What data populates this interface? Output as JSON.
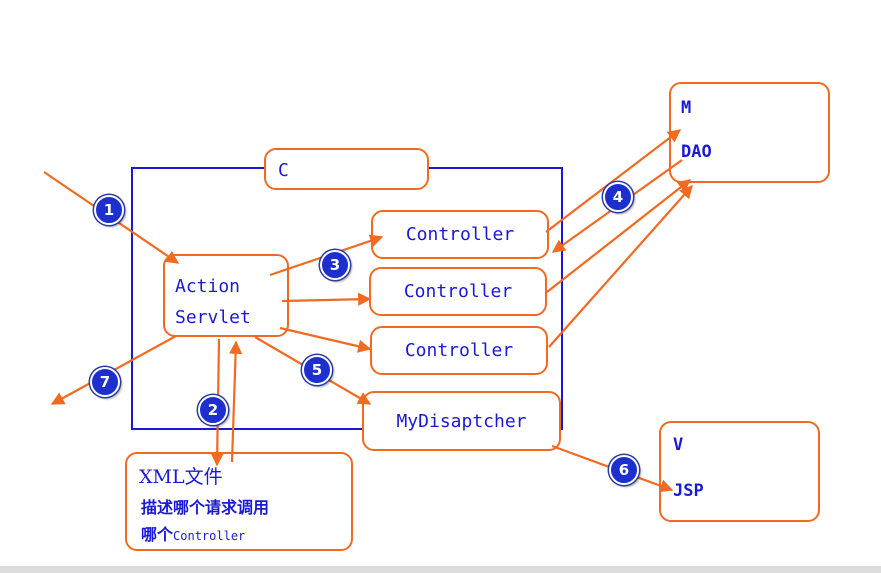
{
  "c_box": {
    "label": "C"
  },
  "m_box": {
    "line1": "M",
    "line2": "DAO"
  },
  "v_box": {
    "line1": "V",
    "line2": "JSP"
  },
  "action_servlet": {
    "line1": "Action",
    "line2": "Servlet"
  },
  "controllers": [
    "Controller",
    "Controller",
    "Controller"
  ],
  "dispatcher": {
    "label": "MyDisaptcher"
  },
  "xml_box": {
    "title": "XML文件",
    "desc": "描述哪个请求调用",
    "desc2_prefix": "哪个",
    "desc2_suffix": "Controller"
  },
  "steps": [
    "1",
    "2",
    "3",
    "4",
    "5",
    "6",
    "7"
  ],
  "colors": {
    "arrow": "#f26a21",
    "text": "#1a1ad6",
    "container": "#1a1ad6",
    "badge": "#1e2fcf"
  }
}
